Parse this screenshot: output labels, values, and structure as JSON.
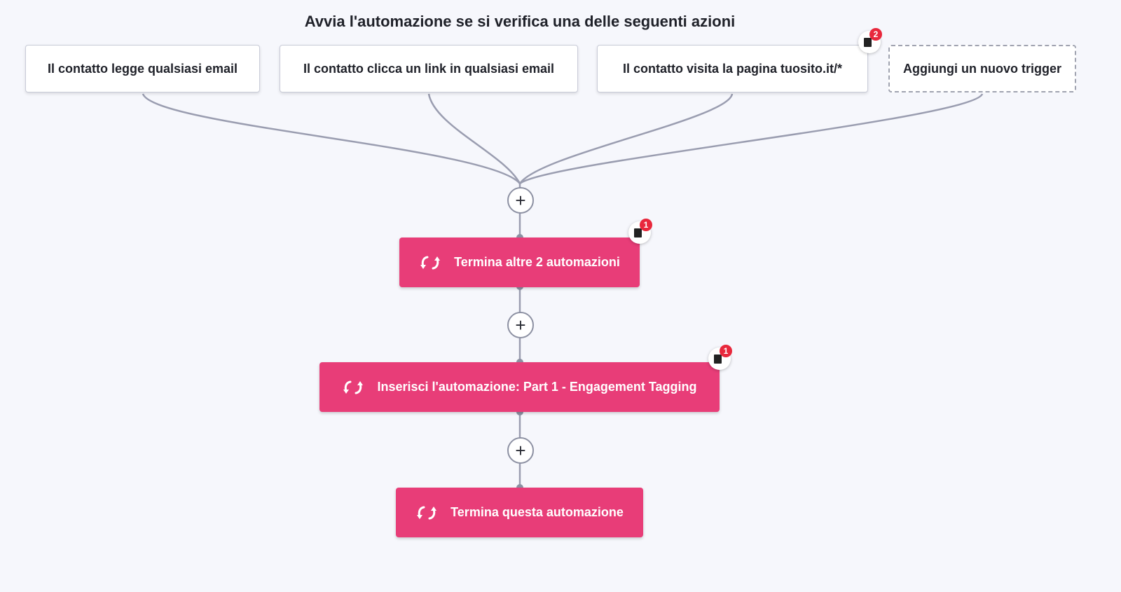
{
  "title": "Avvia l'automazione se si verifica una delle seguenti azioni",
  "triggers": [
    {
      "label": "Il contatto legge qualsiasi email"
    },
    {
      "label": "Il contatto clicca un link in qualsiasi email"
    },
    {
      "label": "Il contatto visita la pagina tuosito.it/*",
      "badge": "2"
    },
    {
      "label": "Aggiungi un nuovo trigger"
    }
  ],
  "actions": [
    {
      "label": "Termina altre 2 automazioni",
      "badge": "1",
      "icon": "automation-icon"
    },
    {
      "label": "Inserisci l'automazione: Part 1 - Engagement Tagging",
      "badge": "1",
      "icon": "automation-icon"
    },
    {
      "label": "Termina questa automazione",
      "icon": "automation-icon"
    }
  ],
  "add_step_label": "+",
  "colors": {
    "action": "#e83d78",
    "badge": "#e8283c",
    "line": "#8d91a3"
  }
}
